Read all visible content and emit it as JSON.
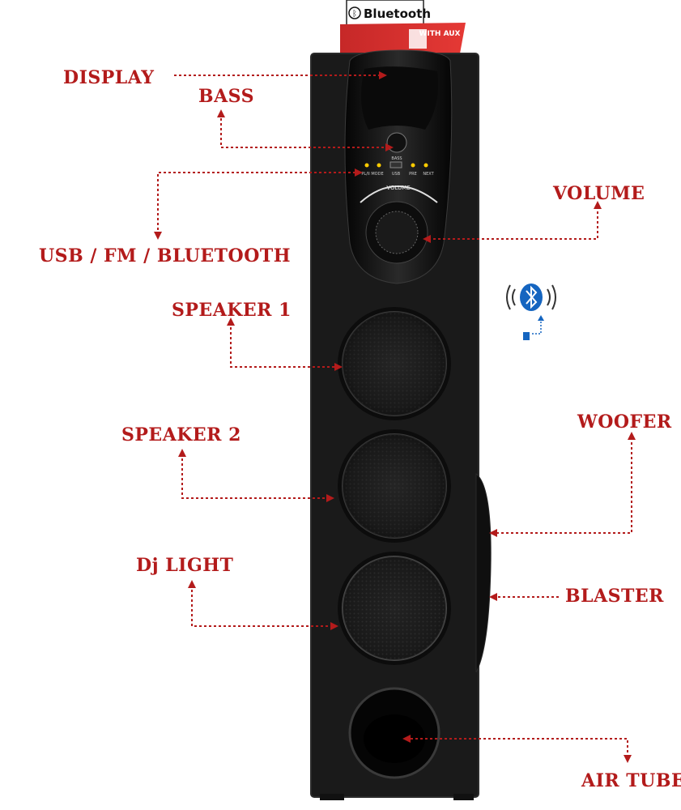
{
  "labels": {
    "display": "DISPLAY",
    "bass": "BASS",
    "usb_fm_bluetooth": "USB / FM / BLUETOOTH",
    "volume": "VOLUME",
    "speaker1": "SPEAKER 1",
    "speaker2": "SPEAKER 2",
    "woofer": "WOOFER",
    "dj_light": "Dj LIGHT",
    "blaster": "BLASTER",
    "air_tube": "AIR TUBE"
  },
  "device": {
    "tag_bluetooth": "Bluetooth",
    "tag_with_aux": "WITH AUX",
    "panel_bass": "BASS",
    "panel_volume": "VOLUME",
    "button_play_mode": "PL/II MODE",
    "button_usb": "USB",
    "button_prev": "PRE",
    "button_next": "NEXT"
  },
  "colors": {
    "label_red": "#b31b1b",
    "cabinet": "#1a1a1a",
    "bluetooth_blue": "#1565c0"
  },
  "icons": {
    "bluetooth": "bluetooth-wireless-icon"
  }
}
